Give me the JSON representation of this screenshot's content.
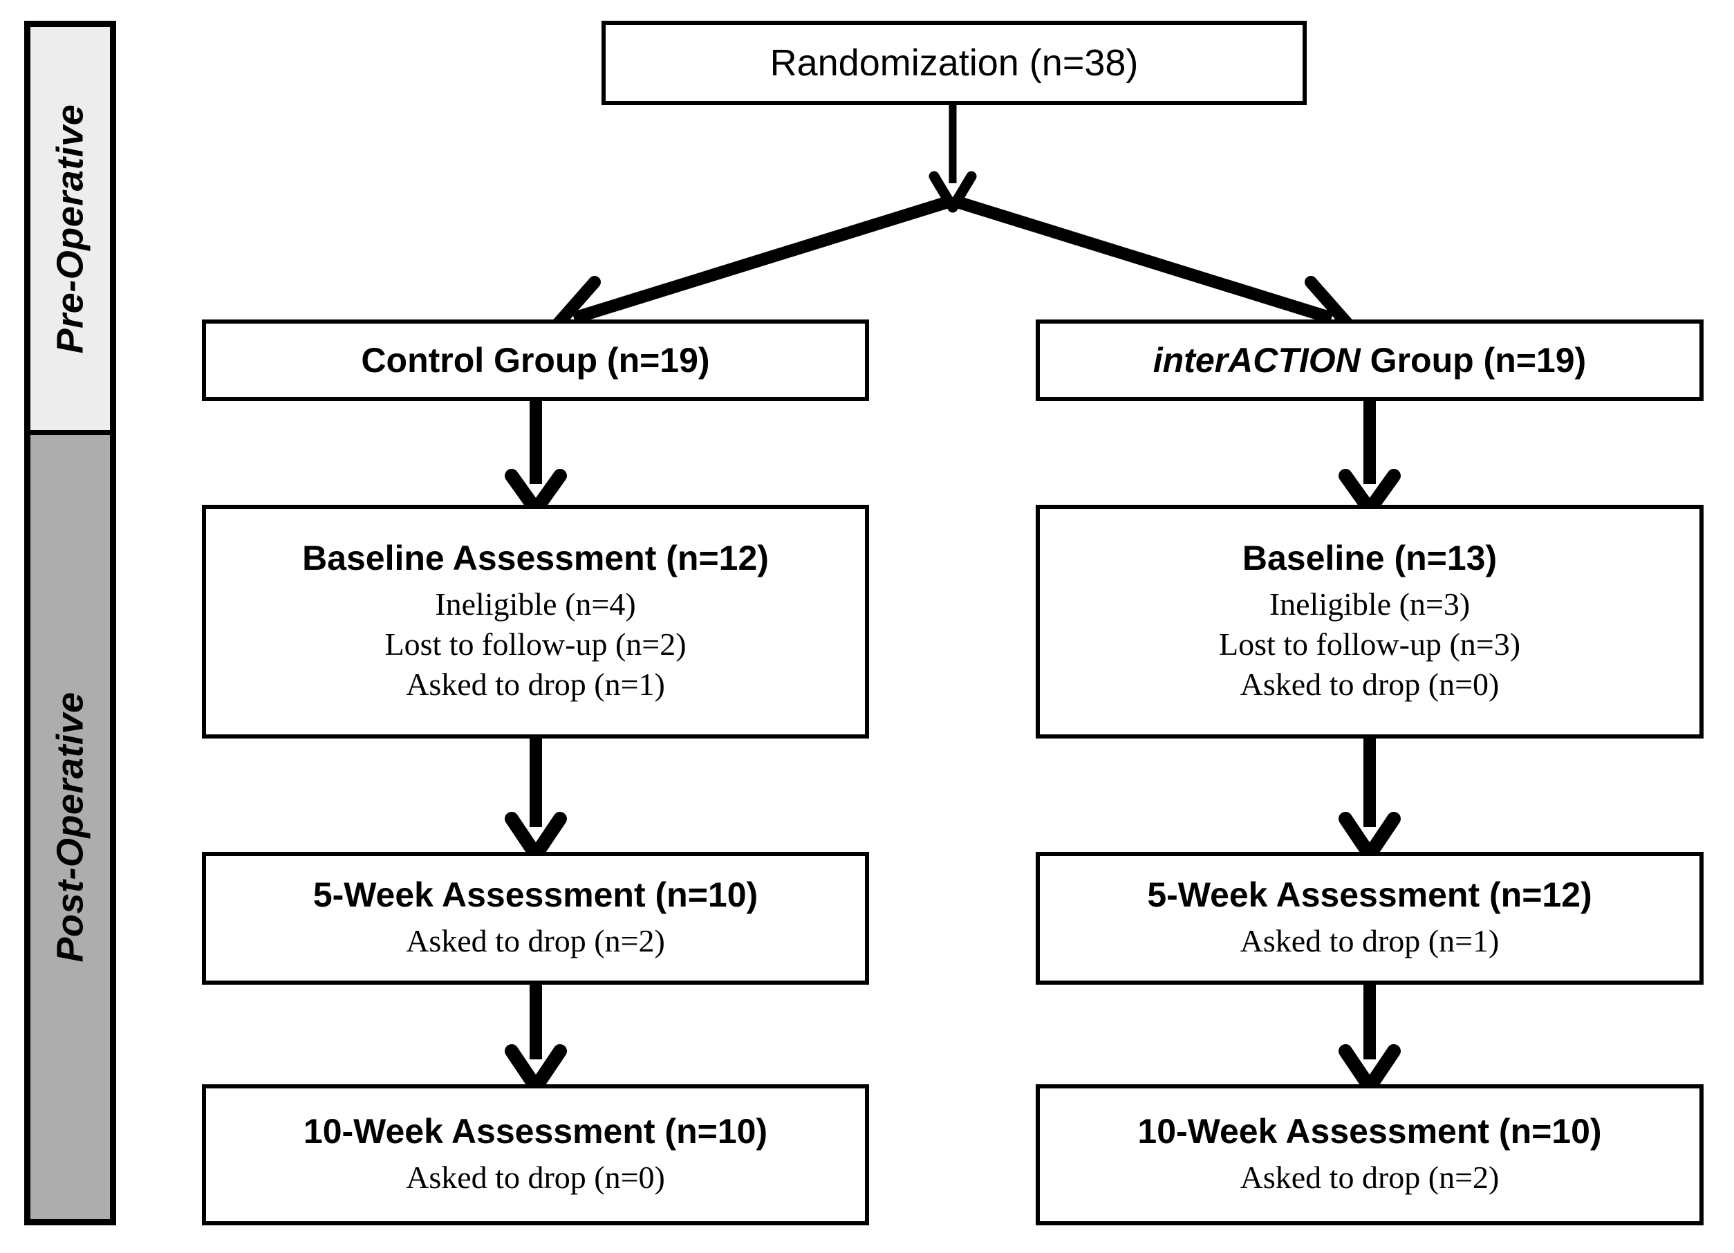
{
  "figure": {
    "type": "consort-flow-diagram",
    "phases": [
      {
        "id": "pre",
        "label": "Pre-Operative",
        "color": "#ededed"
      },
      {
        "id": "post",
        "label": "Post-Operative",
        "color": "#adadad"
      }
    ]
  },
  "nodes": {
    "randomization": {
      "title": "Randomization (n=38)"
    },
    "control_group": {
      "title": "Control Group (n=19)"
    },
    "interaction_group": {
      "title_italic": "interACTION",
      "title_rest": " Group (n=19)"
    },
    "control_baseline": {
      "title": "Baseline Assessment (n=12)",
      "lines": [
        "Ineligible (n=4)",
        "Lost to follow-up (n=2)",
        "Asked to drop (n=1)"
      ]
    },
    "interaction_baseline": {
      "title": "Baseline (n=13)",
      "lines": [
        "Ineligible (n=3)",
        "Lost to follow-up (n=3)",
        "Asked to drop (n=0)"
      ]
    },
    "control_week5": {
      "title": "5-Week Assessment (n=10)",
      "lines": [
        "Asked to drop (n=2)"
      ]
    },
    "interaction_week5": {
      "title": "5-Week Assessment (n=12)",
      "lines": [
        "Asked to drop (n=1)"
      ]
    },
    "control_week10": {
      "title": "10-Week Assessment (n=10)",
      "lines": [
        "Asked to drop (n=0)"
      ]
    },
    "interaction_week10": {
      "title": "10-Week Assessment (n=10)",
      "lines": [
        "Asked to drop (n=2)"
      ]
    }
  },
  "chart_data": {
    "type": "flow",
    "title": "Randomization (n=38)",
    "arms": [
      {
        "name": "Control Group",
        "allocated": 19,
        "stages": [
          {
            "stage": "Baseline Assessment",
            "n": 12,
            "losses": [
              {
                "reason": "Ineligible",
                "n": 4
              },
              {
                "reason": "Lost to follow-up",
                "n": 2
              },
              {
                "reason": "Asked to drop",
                "n": 1
              }
            ]
          },
          {
            "stage": "5-Week Assessment",
            "n": 10,
            "losses": [
              {
                "reason": "Asked to drop",
                "n": 2
              }
            ]
          },
          {
            "stage": "10-Week Assessment",
            "n": 10,
            "losses": [
              {
                "reason": "Asked to drop",
                "n": 0
              }
            ]
          }
        ]
      },
      {
        "name": "interACTION Group",
        "allocated": 19,
        "stages": [
          {
            "stage": "Baseline",
            "n": 13,
            "losses": [
              {
                "reason": "Ineligible",
                "n": 3
              },
              {
                "reason": "Lost to follow-up",
                "n": 3
              },
              {
                "reason": "Asked to drop",
                "n": 0
              }
            ]
          },
          {
            "stage": "5-Week Assessment",
            "n": 12,
            "losses": [
              {
                "reason": "Asked to drop",
                "n": 1
              }
            ]
          },
          {
            "stage": "10-Week Assessment",
            "n": 10,
            "losses": [
              {
                "reason": "Asked to drop",
                "n": 2
              }
            ]
          }
        ]
      }
    ],
    "phase_bands": [
      "Pre-Operative",
      "Post-Operative"
    ],
    "total_randomized": 38
  }
}
